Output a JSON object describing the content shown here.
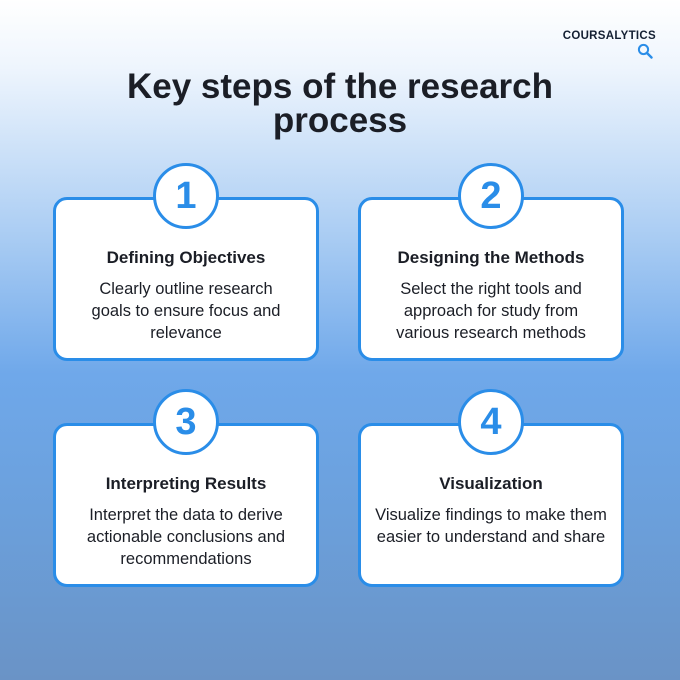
{
  "brand": {
    "logo_text": "COURSALYTICS"
  },
  "title": {
    "line1": "Key steps of the research",
    "line2": "process"
  },
  "steps": [
    {
      "number": "1",
      "title": "Defining Objectives",
      "description": "Clearly outline research goals to ensure focus and relevance"
    },
    {
      "number": "2",
      "title": "Designing the Methods",
      "description": "Select the right tools and approach for study from various research methods"
    },
    {
      "number": "3",
      "title": "Interpreting Results",
      "description": "Interpret the data to derive actionable conclusions and recommendations"
    },
    {
      "number": "4",
      "title": "Visualization",
      "description": "Visualize findings to make them easier to understand and share"
    }
  ],
  "colors": {
    "accent": "#2a8de8",
    "text": "#1b1e26",
    "card_background": "#ffffff"
  }
}
